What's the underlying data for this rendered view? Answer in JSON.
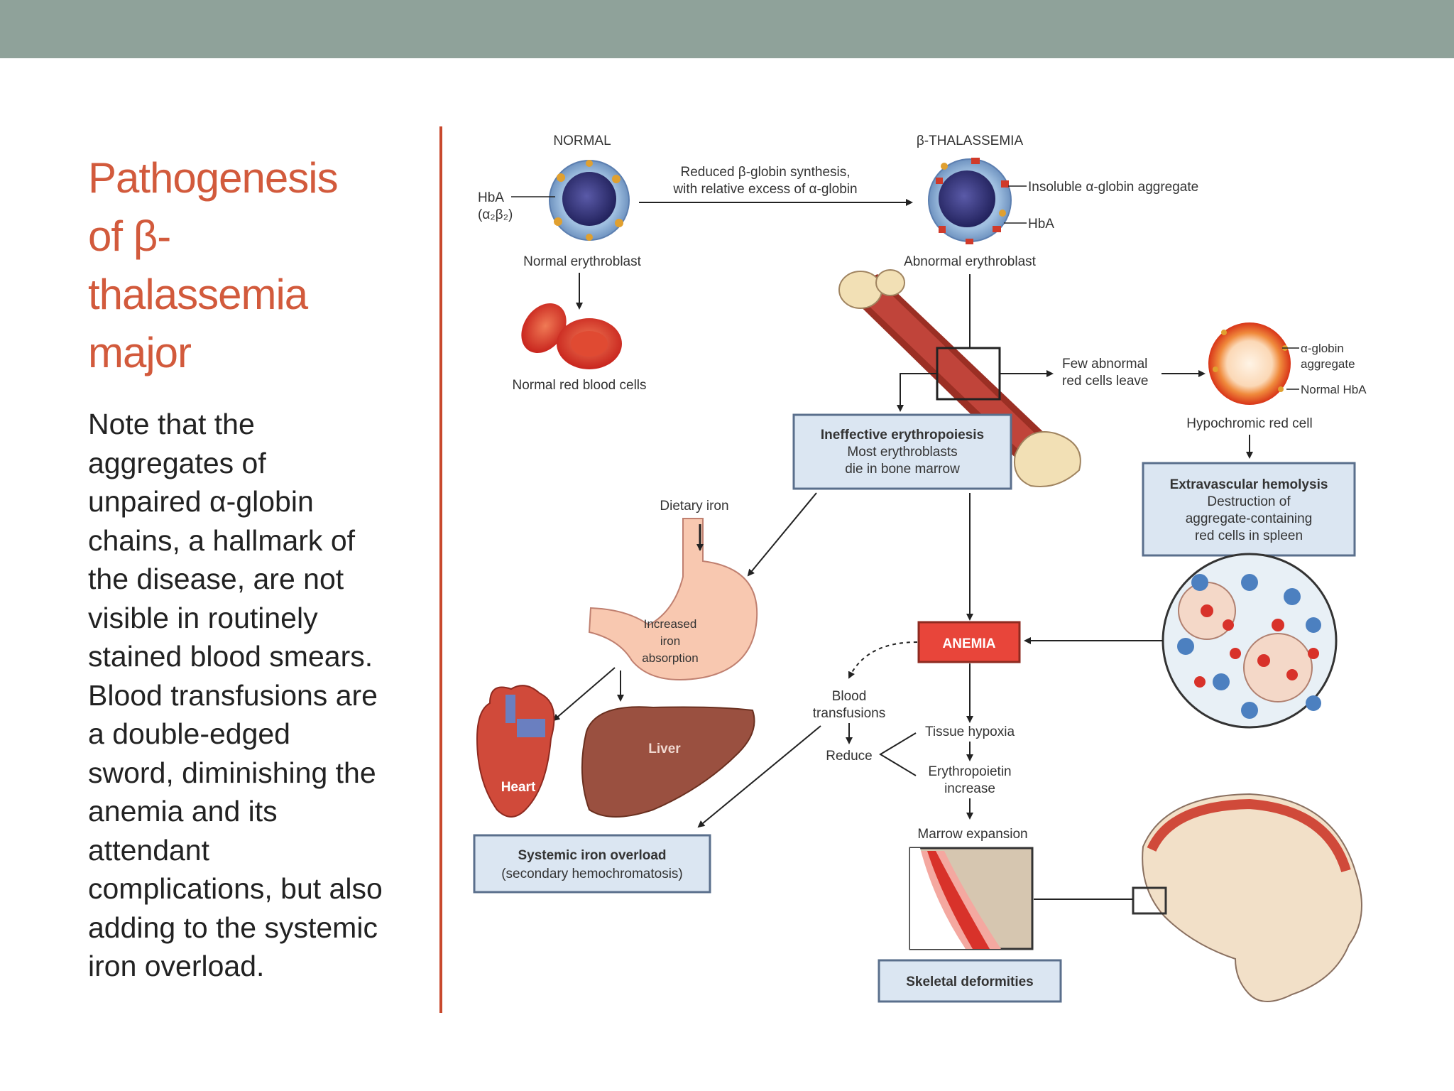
{
  "slide": {
    "title_lines": [
      "Pathogenesis",
      "of β-",
      "thalassemia",
      "major"
    ],
    "body_lines": [
      "Note that the",
      "aggregates of",
      "unpaired α-globin",
      "chains, a hallmark of",
      "the disease, are not",
      "visible in routinely",
      "stained blood smears.",
      "Blood transfusions are",
      "a double-edged",
      "sword, diminishing the",
      "anemia and its",
      "attendant",
      "complications, but also",
      "adding to the systemic",
      "iron overload."
    ]
  },
  "diagram": {
    "normal_header": "NORMAL",
    "thal_header": "β-THALASSEMIA",
    "hba_label": "HbA",
    "hba_formula": "(α₂β₂)",
    "normal_erythroblast": "Normal erythroblast",
    "normal_rbc": "Normal red blood cells",
    "reduced_synthesis_1": "Reduced β-globin synthesis,",
    "reduced_synthesis_2": "with relative excess of α-globin",
    "insoluble_aggregate": "Insoluble α-globin aggregate",
    "thal_hba": "HbA",
    "abnormal_erythroblast": "Abnormal erythroblast",
    "few_abnormal_1": "Few abnormal",
    "few_abnormal_2": "red cells leave",
    "alpha_aggregate_1": "α-globin",
    "alpha_aggregate_2": "aggregate",
    "normal_hba": "Normal HbA",
    "hypochromic_cell": "Hypochromic red cell",
    "ineffective_title": "Ineffective erythropoiesis",
    "ineffective_sub1": "Most erythroblasts",
    "ineffective_sub2": "die in bone marrow",
    "extravascular_title": "Extravascular hemolysis",
    "extravascular_sub1": "Destruction of",
    "extravascular_sub2": "aggregate-containing",
    "extravascular_sub3": "red cells in spleen",
    "dietary_iron": "Dietary iron",
    "increased_1": "Increased",
    "increased_2": "iron",
    "increased_3": "absorption",
    "anemia": "ANEMIA",
    "blood_1": "Blood",
    "blood_2": "transfusions",
    "reduce": "Reduce",
    "tissue_hypoxia": "Tissue hypoxia",
    "epo_1": "Erythropoietin",
    "epo_2": "increase",
    "marrow_expansion": "Marrow expansion",
    "heart": "Heart",
    "liver": "Liver",
    "iron_overload_title": "Systemic iron overload",
    "iron_overload_sub": "(secondary hemochromatosis)",
    "skeletal": "Skeletal deformities"
  },
  "colors": {
    "top_bar": "#8fa29a",
    "title": "#d25a3c",
    "divider": "#c8492d",
    "box_fill": "#dbe6f2",
    "box_stroke": "#5a6f8c",
    "anemia_fill": "#e8453a"
  }
}
